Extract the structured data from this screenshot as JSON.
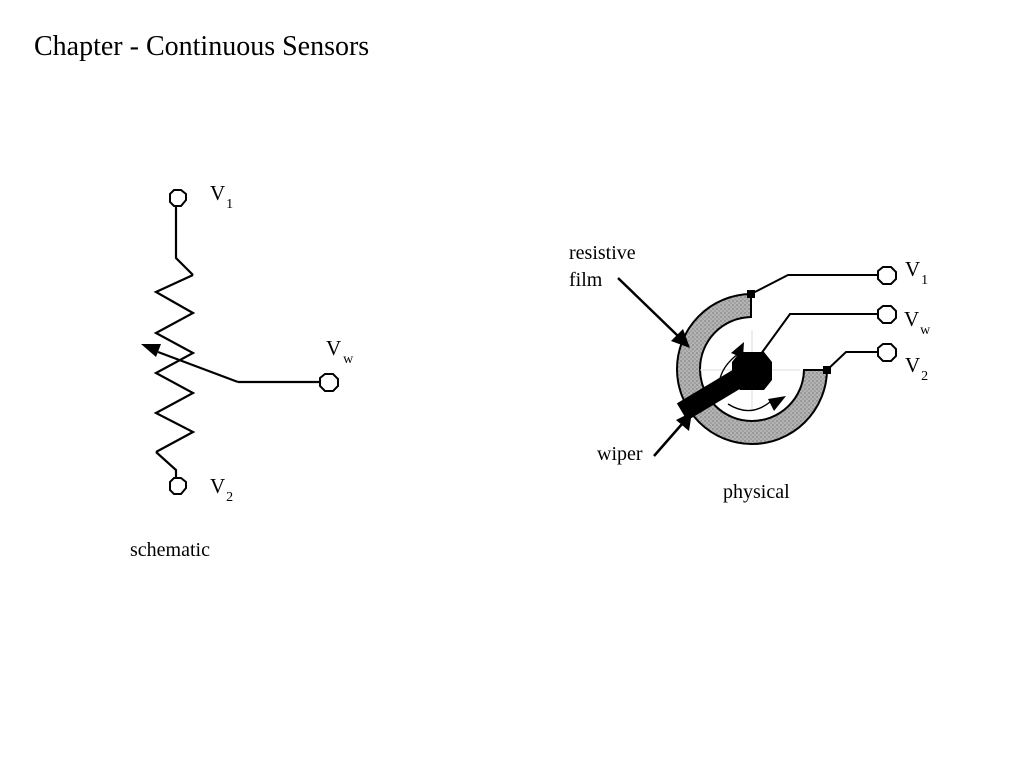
{
  "page": {
    "title": "Chapter - Continuous Sensors"
  },
  "schematic": {
    "caption": "schematic",
    "terminals": [
      {
        "main": "V",
        "sub": "1"
      },
      {
        "main": "V",
        "sub": "w"
      },
      {
        "main": "V",
        "sub": "2"
      }
    ]
  },
  "physical": {
    "caption": "physical",
    "film_label_line1": "resistive",
    "film_label_line2": "film",
    "wiper_label": "wiper",
    "film_fill": "#b4b4b4",
    "terminals": [
      {
        "main": "V",
        "sub": "1"
      },
      {
        "main": "V",
        "sub": "w"
      },
      {
        "main": "V",
        "sub": "2"
      }
    ]
  }
}
